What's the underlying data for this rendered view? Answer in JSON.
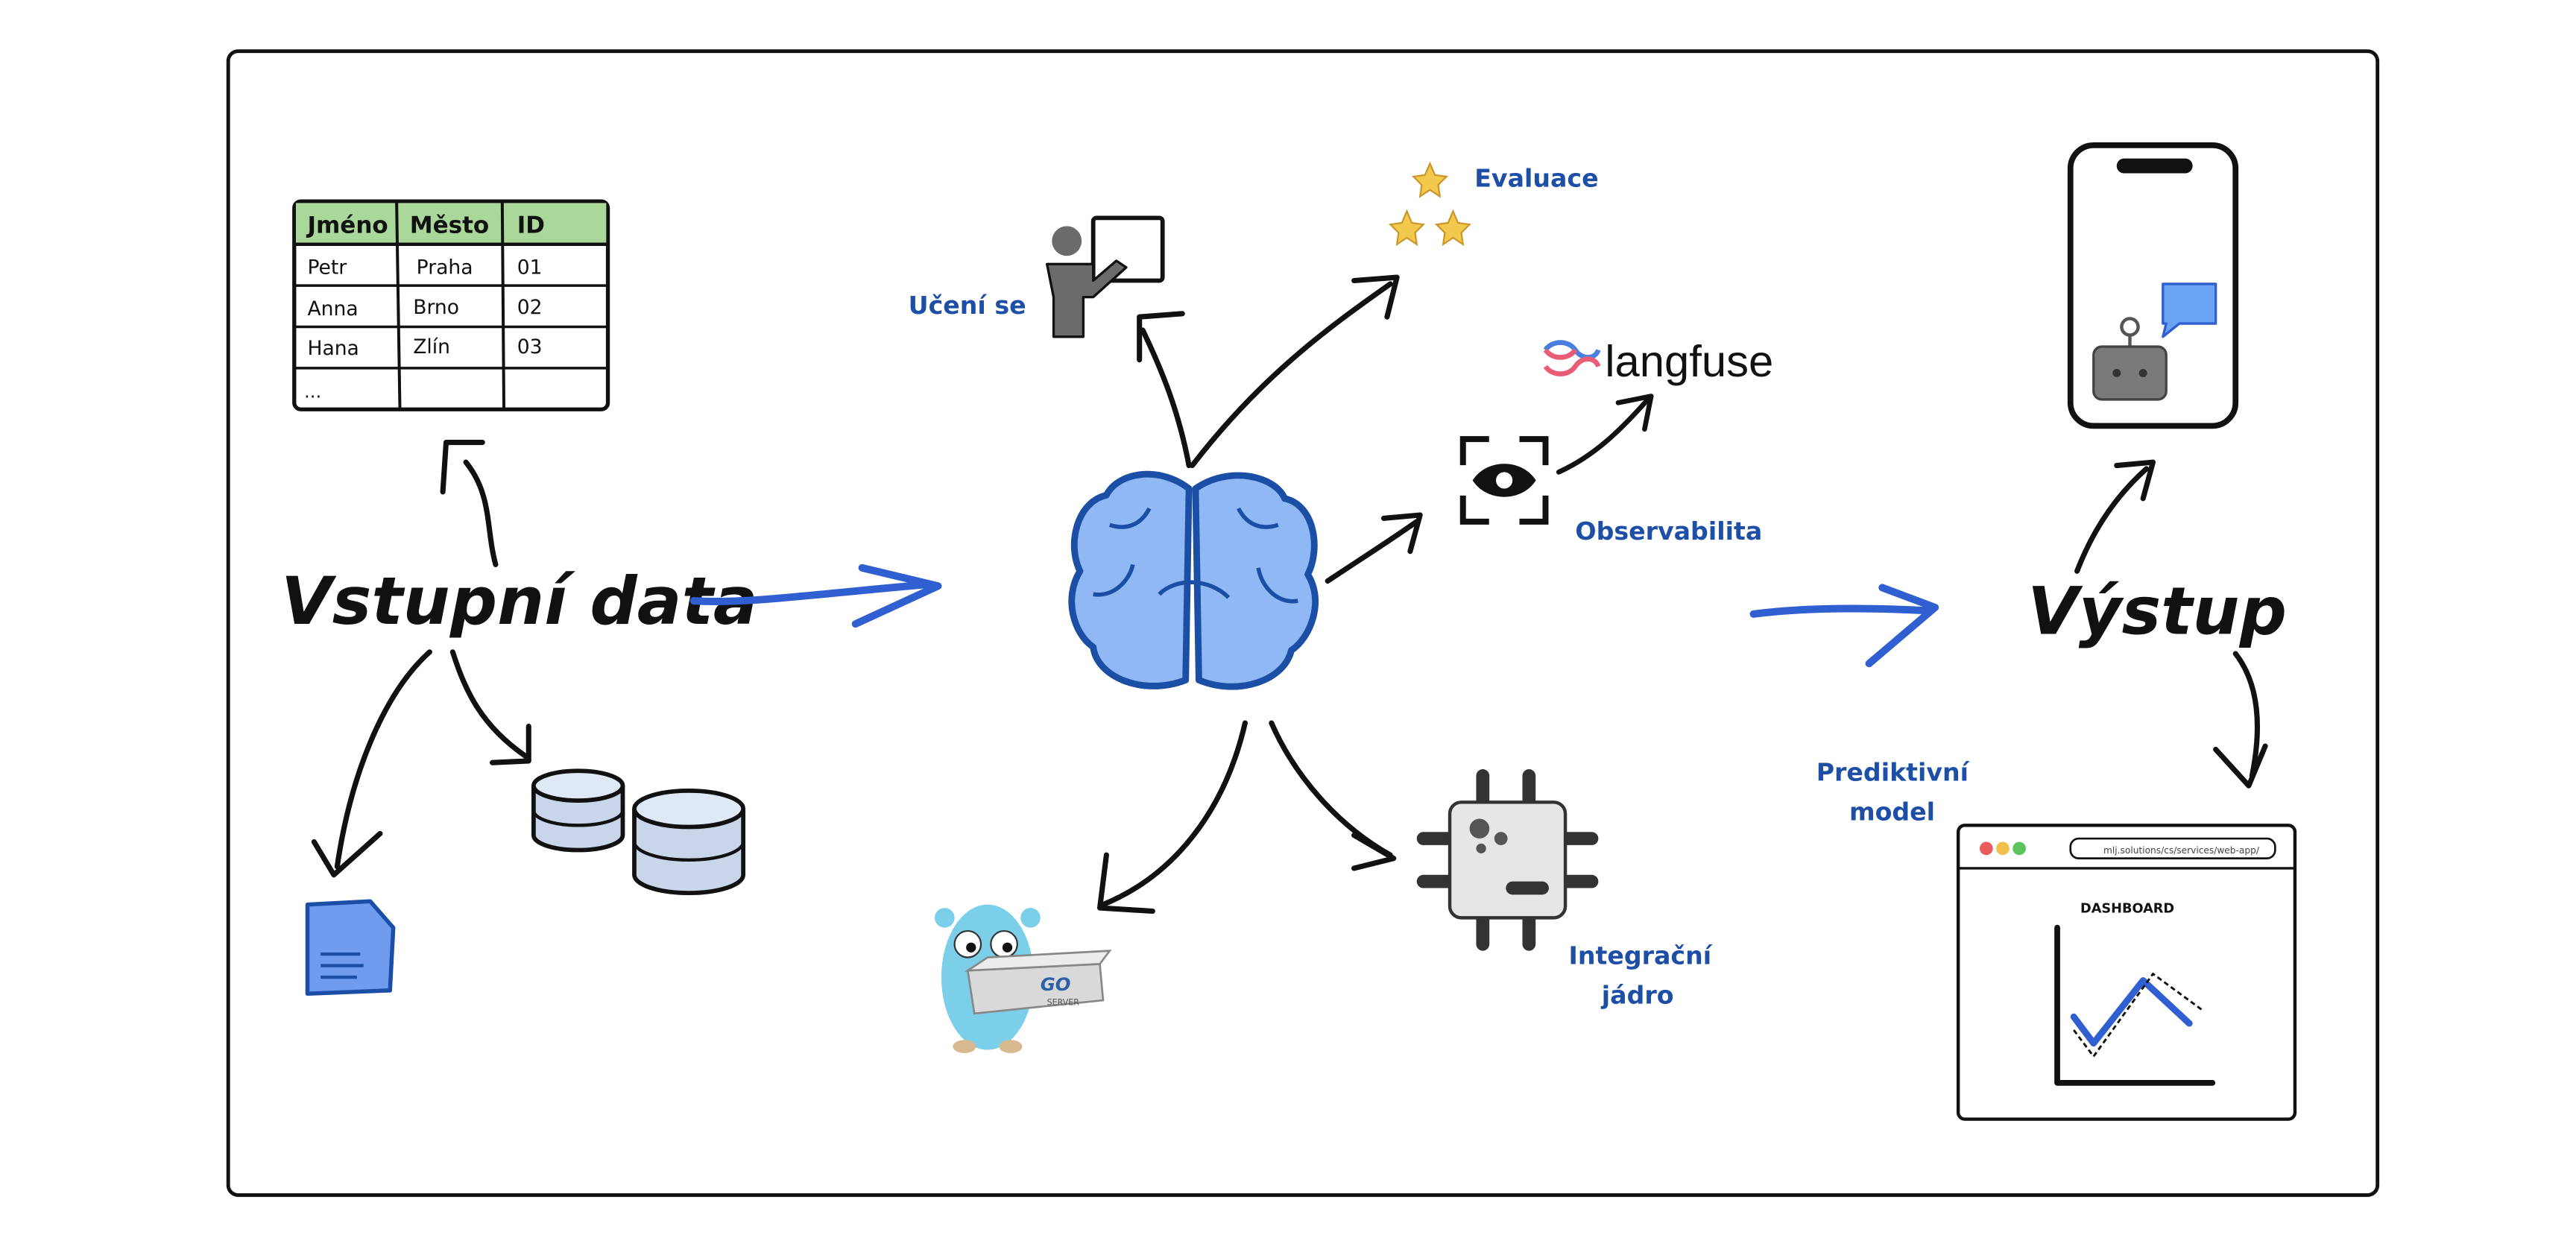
{
  "diagram": {
    "main_labels": {
      "input": "Vstupní data",
      "output": "Výstup"
    },
    "table": {
      "headers": [
        "Jméno",
        "Město",
        "ID"
      ],
      "rows": [
        [
          "Petr",
          "Praha",
          "01"
        ],
        [
          "Anna",
          "Brno",
          "02"
        ],
        [
          "Hana",
          "Zlín",
          "03"
        ],
        [
          "...",
          "",
          ""
        ]
      ],
      "header_color": "#a9d89a"
    },
    "labels": {
      "learning": "Učení se",
      "evaluation": "Evaluace",
      "langfuse": "langfuse",
      "observability": "Observabilita",
      "integration_line1": "Integrační",
      "integration_line2": "jádro",
      "predictive_line1": "Prediktivní",
      "predictive_line2": "model"
    },
    "gopher_box": {
      "line1": "GO",
      "line2": "SERVER"
    },
    "dashboard": {
      "url": "mlj.solutions/cs/services/web-app/",
      "title": "DASHBOARD"
    },
    "colors": {
      "brain_fill": "#8fb8f5",
      "brain_stroke": "#1b4fa6",
      "label_blue": "#1e4fa6",
      "flow_arrow": "#2f5fd0",
      "doc_fill": "#6f9cef",
      "gopher": "#7ccfe9",
      "star": "#f2c94c",
      "chat_bubble": "#6aa4f2",
      "robot": "#7a7a7a"
    },
    "icons": [
      "table-icon",
      "document-icon",
      "database-icon",
      "brain-icon",
      "teacher-icon",
      "star-icon",
      "langfuse-logo",
      "eye-scan-icon",
      "chip-icon",
      "gopher-icon",
      "phone-icon",
      "robot-icon",
      "chat-bubble-icon",
      "browser-icon",
      "line-chart-icon"
    ]
  }
}
